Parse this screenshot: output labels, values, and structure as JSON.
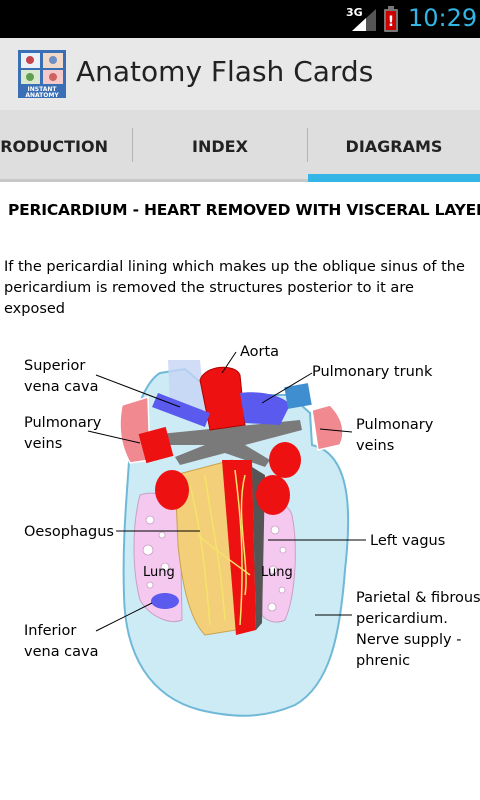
{
  "status_bar": {
    "network": "3G",
    "time": "10:29",
    "battery_alert": "!",
    "colors": {
      "time": "#33b5e5"
    },
    "icons": [
      "signal-icon",
      "battery-alert-icon"
    ]
  },
  "action_bar": {
    "title": "Anatomy Flash Cards",
    "icon_text": "INSTANT ANATOMY"
  },
  "tabs": [
    {
      "label": "INTRODUCTION",
      "selected": false
    },
    {
      "label": "INDEX",
      "selected": false
    },
    {
      "label": "DIAGRAMS",
      "selected": true
    }
  ],
  "content": {
    "title": "PERICARDIUM - HEART REMOVED WITH VISCERAL LAYER",
    "description": "If the pericardial lining which makes up the oblique sinus of the pericardium is removed the structures posterior to it are exposed"
  },
  "diagram": {
    "labels": {
      "superior_vena_cava_1": "Superior",
      "superior_vena_cava_2": "vena cava",
      "aorta": "Aorta",
      "pulmonary_trunk": "Pulmonary trunk",
      "pulmonary_veins_left_1": "Pulmonary",
      "pulmonary_veins_left_2": "veins",
      "pulmonary_veins_right_1": "Pulmonary",
      "pulmonary_veins_right_2": "veins",
      "oesophagus": "Oesophagus",
      "left_vagus": "Left vagus",
      "lung_left": "Lung",
      "lung_right": "Lung",
      "inferior_vena_cava_1": "Inferior",
      "inferior_vena_cava_2": "vena cava",
      "parietal_1": "Parietal & fibrous",
      "parietal_2": "pericardium.",
      "parietal_3": "Nerve supply -",
      "parietal_4": "phrenic"
    },
    "colors": {
      "pericardium": "#cdebf5",
      "vein_blue": "#5a5aee",
      "artery_red": "#ee1111",
      "lung_pink": "#f5c8ef",
      "oesophagus_tan": "#f2cf78",
      "pulmonary_vein_pink": "#f08a90",
      "grey_vessel": "#7a7a7a"
    }
  }
}
